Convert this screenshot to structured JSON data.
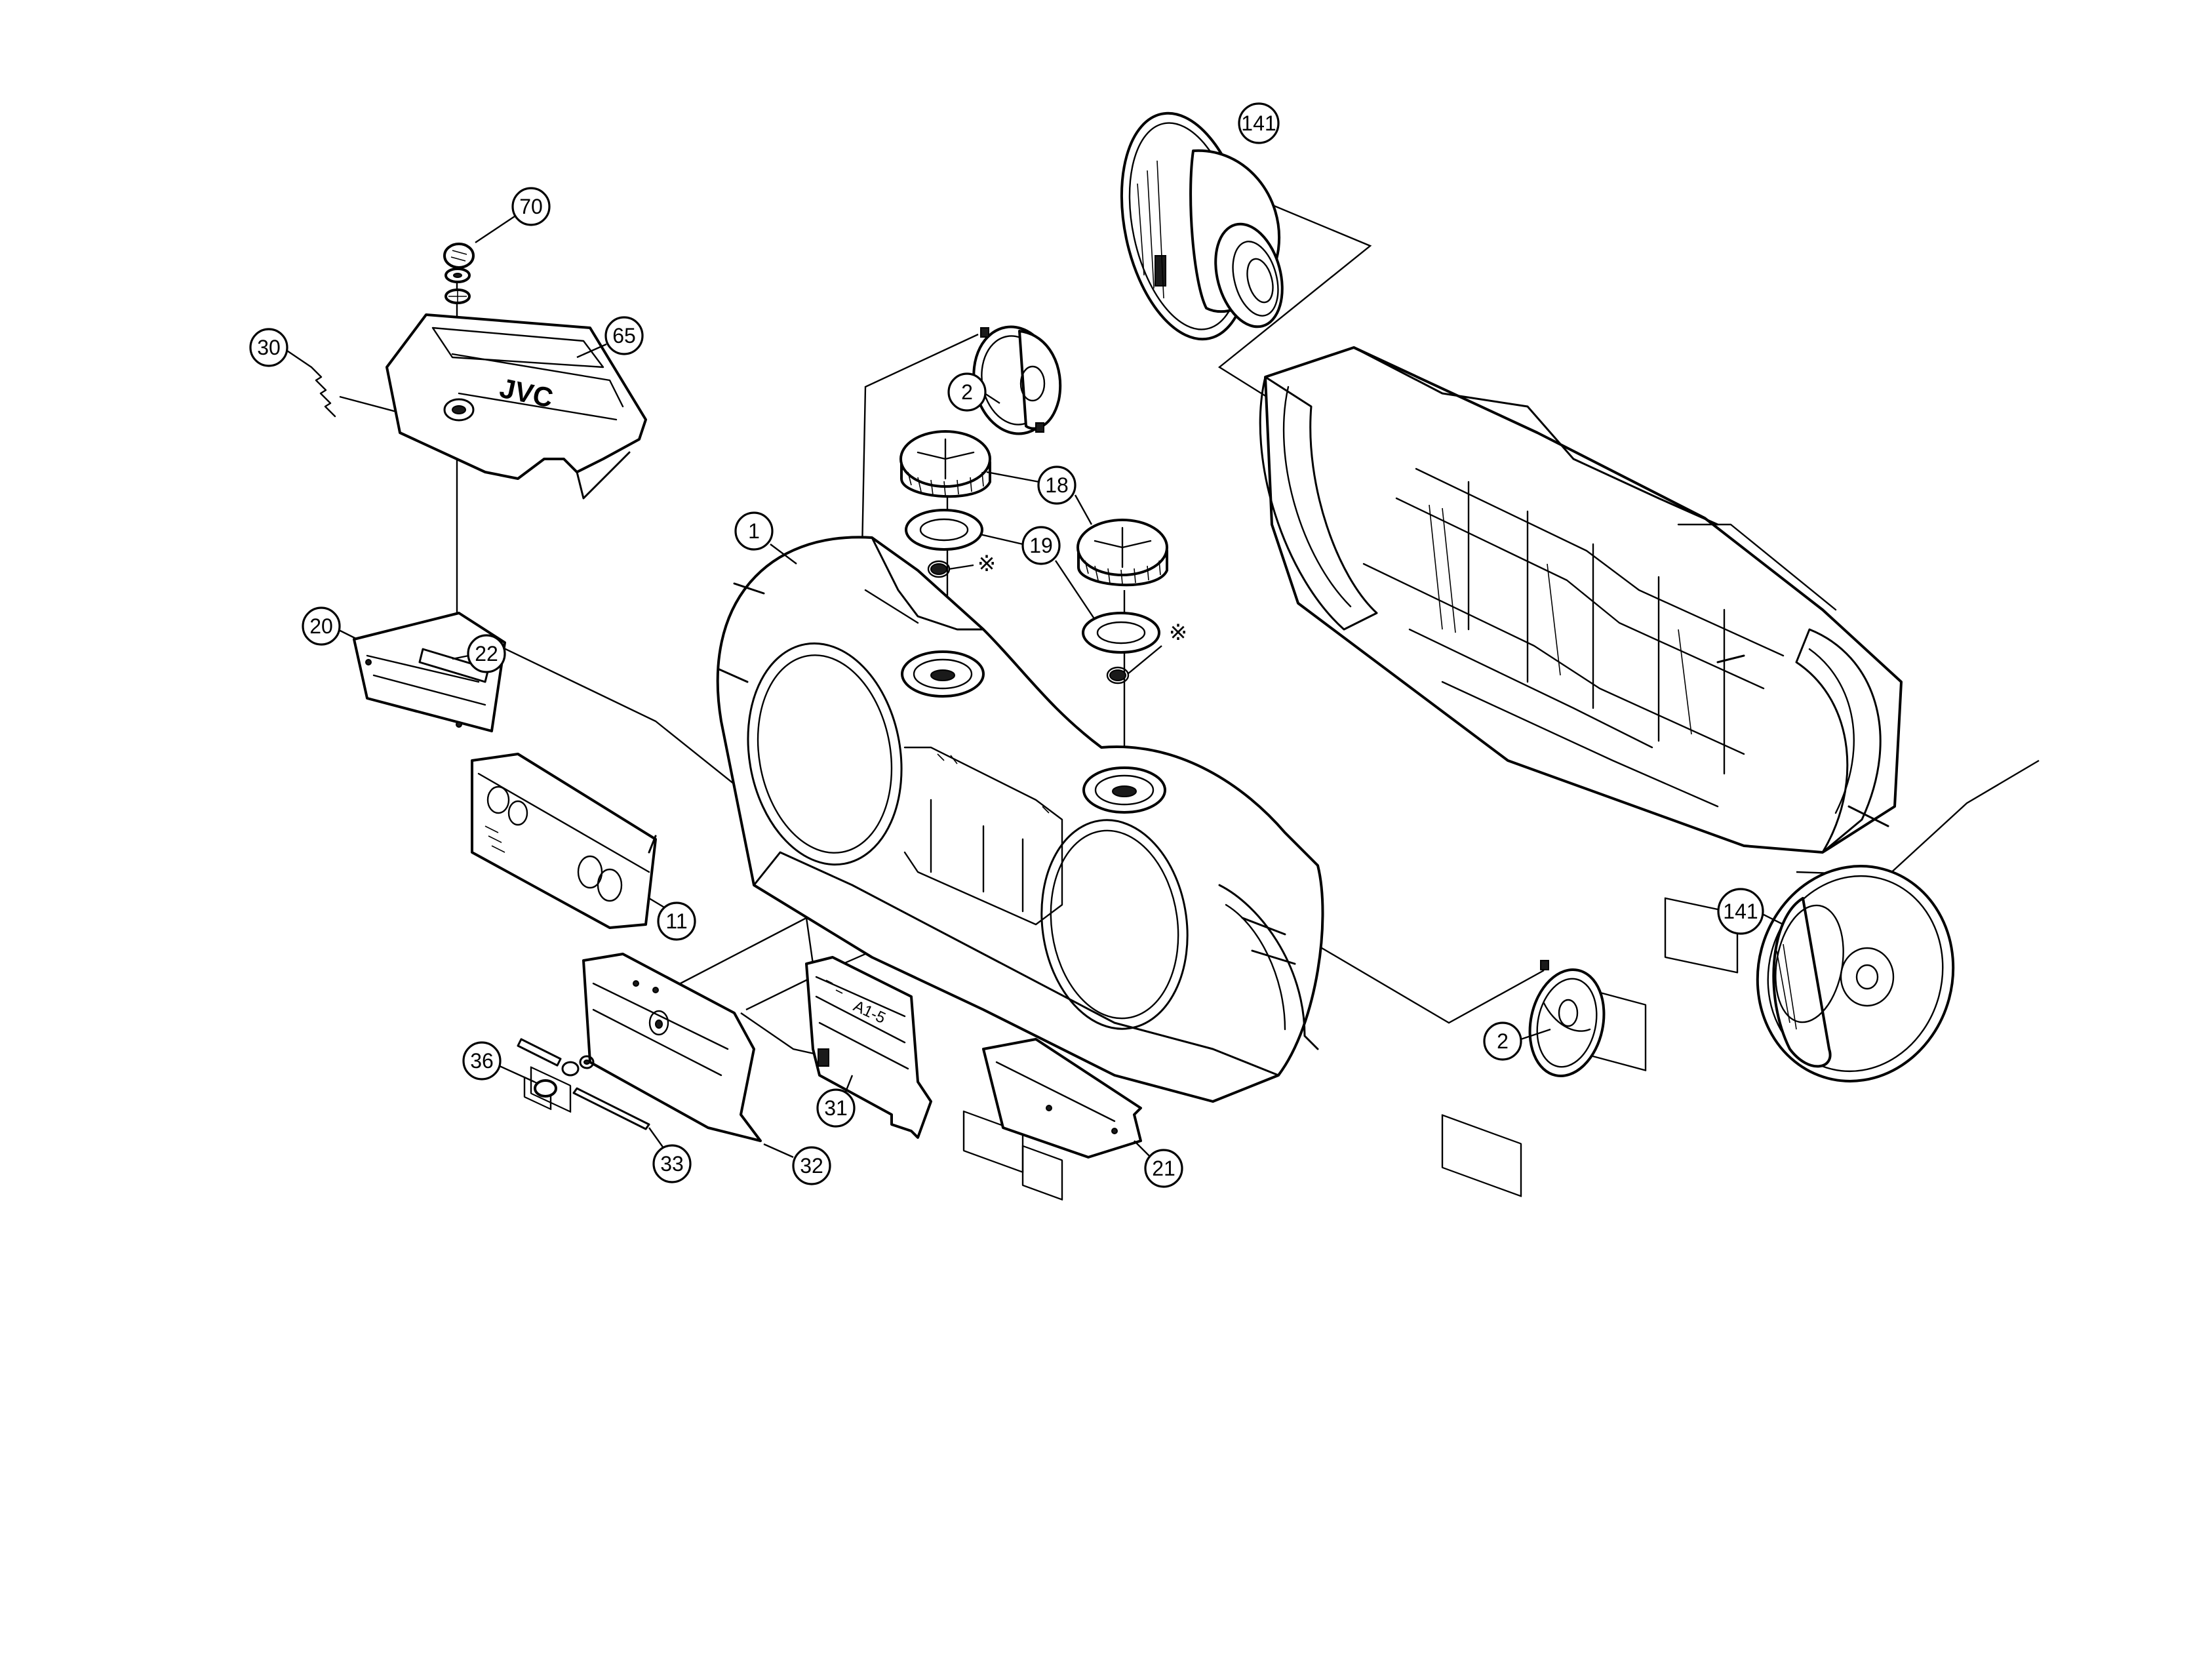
{
  "diagram": {
    "callouts": {
      "c1": "1",
      "c2_top": "2",
      "c2_bottom": "2",
      "c11": "11",
      "c18": "18",
      "c19": "19",
      "c20": "20",
      "c21": "21",
      "c22": "22",
      "c30": "30",
      "c31": "31",
      "c32": "32",
      "c33": "33",
      "c36": "36",
      "c65": "65",
      "c70": "70",
      "c141_top": "141",
      "c141_bottom": "141"
    },
    "marks": {
      "note_mark_left": "※",
      "note_mark_right": "※"
    },
    "logo_text": "JVC",
    "pcb_text": "A1-5"
  }
}
